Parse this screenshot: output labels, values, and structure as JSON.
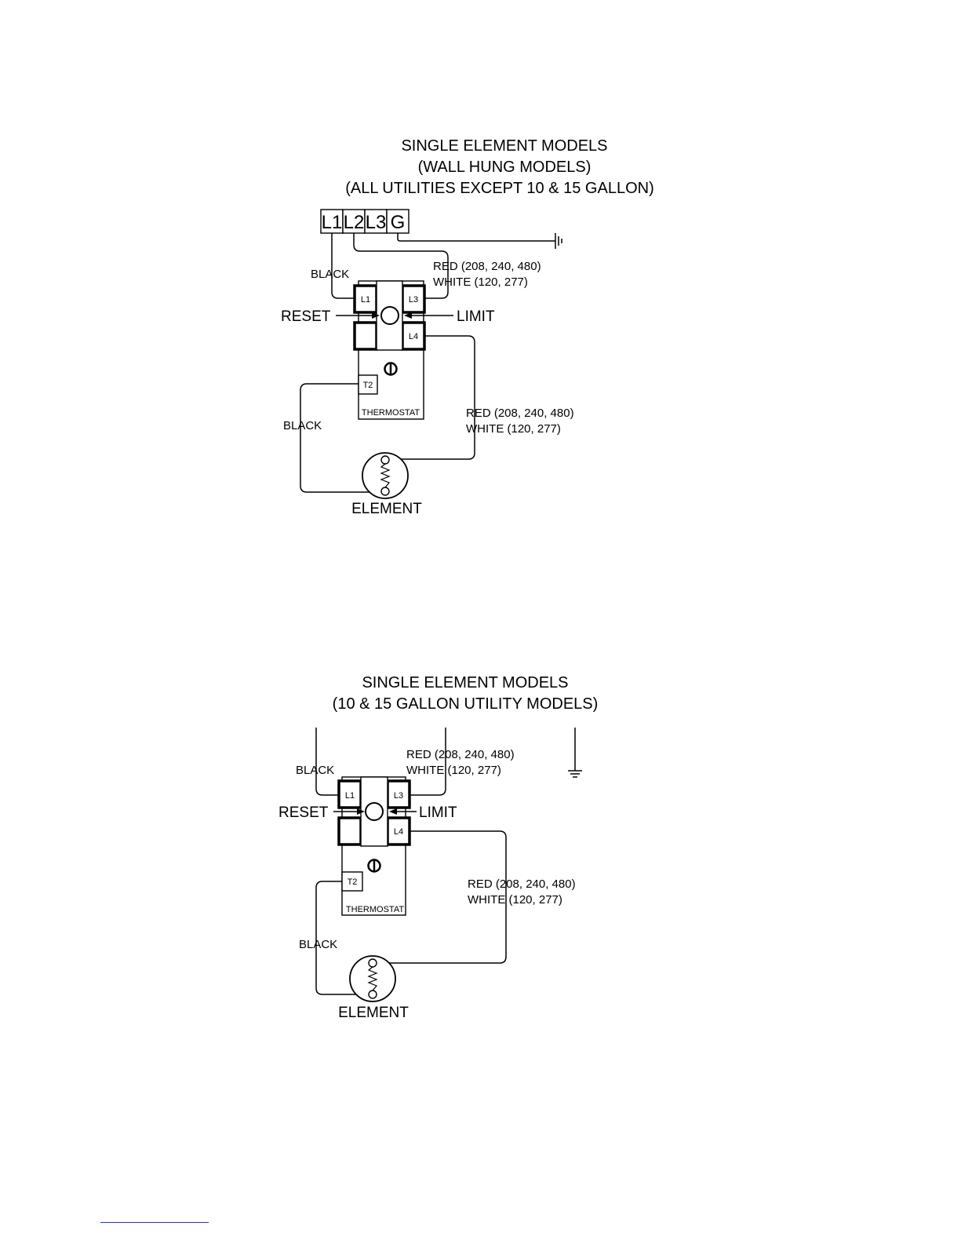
{
  "diagram1": {
    "title_lines": [
      "SINGLE ELEMENT MODELS",
      "(WALL HUNG MODELS)",
      "(ALL UTILITIES EXCEPT 10 & 15 GALLON)"
    ],
    "terminal_block": [
      "L1",
      "L2",
      "L3",
      "G"
    ],
    "left_wire_label": "BLACK",
    "top_wire_label": [
      "RED (208, 240, 480)",
      "WHITE (120, 277)"
    ],
    "reset_label": "RESET",
    "limit_label": "LIMIT",
    "terminals": {
      "l1": "L1",
      "l3": "L3",
      "l4": "L4",
      "t2": "T2"
    },
    "thermostat_label": "THERMOSTAT",
    "bottom_left_wire_label": "BLACK",
    "bottom_right_wire_label": [
      "RED (208, 240, 480)",
      "WHITE (120, 277)"
    ],
    "element_label": "ELEMENT"
  },
  "diagram2": {
    "title_lines": [
      "SINGLE ELEMENT MODELS",
      "(10 & 15 GALLON UTILITY MODELS)"
    ],
    "left_wire_label": "BLACK",
    "top_wire_label": [
      "RED (208, 240, 480)",
      "WHITE (120, 277)"
    ],
    "reset_label": "RESET",
    "limit_label": "LIMIT",
    "terminals": {
      "l1": "L1",
      "l3": "L3",
      "l4": "L4",
      "t2": "T2"
    },
    "thermostat_label": "THERMOSTAT",
    "bottom_left_wire_label": "BLACK",
    "bottom_right_wire_label": [
      "RED (208, 240, 480)",
      "WHITE (120, 277)"
    ],
    "element_label": "ELEMENT"
  },
  "colors": {
    "ink": "#000000",
    "footer_rule": "#2a2aff"
  }
}
